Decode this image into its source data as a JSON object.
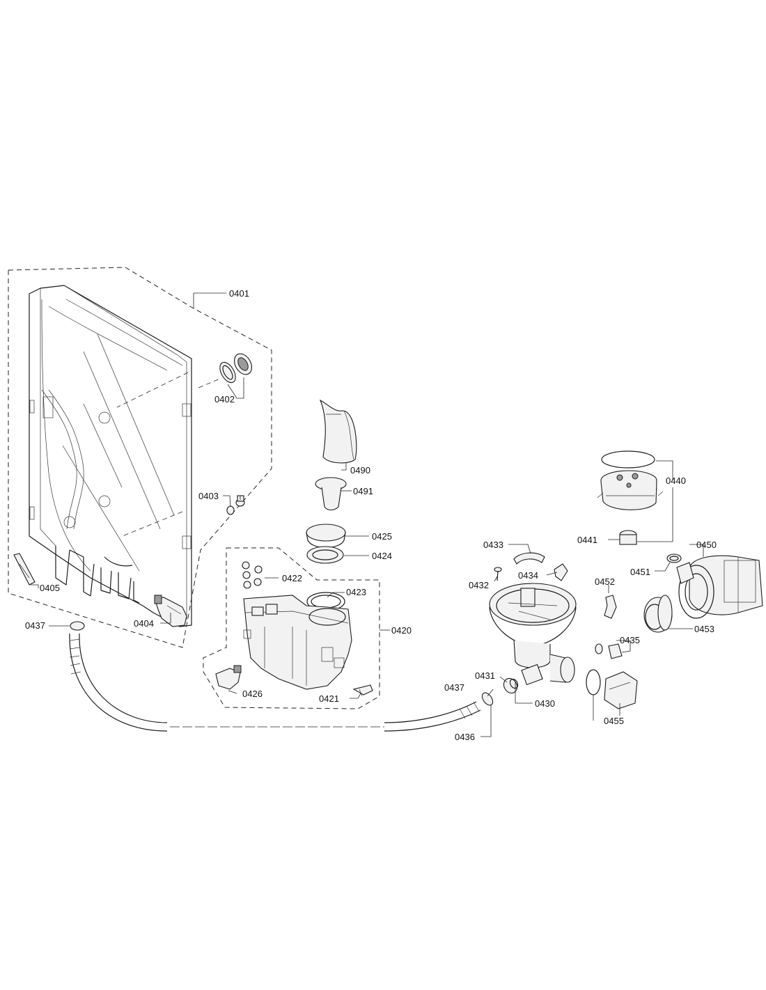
{
  "diagram": {
    "parts": [
      {
        "id": "p0401",
        "code": "0401"
      },
      {
        "id": "p0402",
        "code": "0402"
      },
      {
        "id": "p0403",
        "code": "0403"
      },
      {
        "id": "p0404",
        "code": "0404"
      },
      {
        "id": "p0405",
        "code": "0405"
      },
      {
        "id": "p0420",
        "code": "0420"
      },
      {
        "id": "p0421",
        "code": "0421"
      },
      {
        "id": "p0422",
        "code": "0422"
      },
      {
        "id": "p0423",
        "code": "0423"
      },
      {
        "id": "p0424",
        "code": "0424"
      },
      {
        "id": "p0425",
        "code": "0425"
      },
      {
        "id": "p0426",
        "code": "0426"
      },
      {
        "id": "p0430",
        "code": "0430"
      },
      {
        "id": "p0431",
        "code": "0431"
      },
      {
        "id": "p0432",
        "code": "0432"
      },
      {
        "id": "p0433",
        "code": "0433"
      },
      {
        "id": "p0434",
        "code": "0434"
      },
      {
        "id": "p0435",
        "code": "0435"
      },
      {
        "id": "p0436",
        "code": "0436"
      },
      {
        "id": "p0437a",
        "code": "0437"
      },
      {
        "id": "p0437b",
        "code": "0437"
      },
      {
        "id": "p0440",
        "code": "0440"
      },
      {
        "id": "p0441",
        "code": "0441"
      },
      {
        "id": "p0450",
        "code": "0450"
      },
      {
        "id": "p0451",
        "code": "0451"
      },
      {
        "id": "p0452",
        "code": "0452"
      },
      {
        "id": "p0453",
        "code": "0453"
      },
      {
        "id": "p0455",
        "code": "0455"
      },
      {
        "id": "p0490",
        "code": "0490"
      },
      {
        "id": "p0491",
        "code": "0491"
      }
    ]
  }
}
